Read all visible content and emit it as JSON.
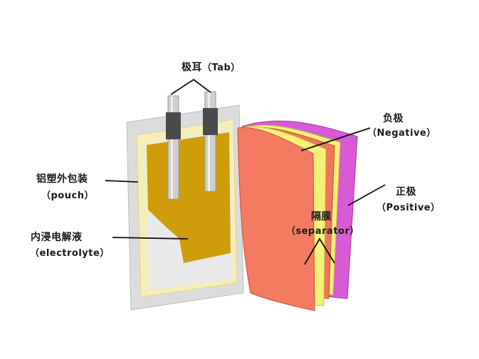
{
  "labels": {
    "tab": {
      "cn": "极耳",
      "en": "（Tab）"
    },
    "negative": {
      "cn": "负极",
      "en": "（Negative）"
    },
    "pouch": {
      "cn": "铝塑外包装",
      "en": "（pouch）"
    },
    "positive": {
      "cn": "正极",
      "en": "（Positive）"
    },
    "separator": {
      "cn": "隔膜",
      "en": "（separator）"
    },
    "electrolyte": {
      "cn": "内浸电解液",
      "en": "（electrolyte）"
    }
  },
  "colors": {
    "pouch_frame": "#dcdcdc",
    "pouch_inner": "#eaeaea",
    "rim": "#f5eebb",
    "electrolyte": "#cf9d0a",
    "tab_metal": "#c7c7c7",
    "tab_seal": "#4a4a4a",
    "negative_sheet": "#f47a62",
    "separator_sheet": "#f4f078",
    "positive_sheet": "#d95ad6"
  }
}
